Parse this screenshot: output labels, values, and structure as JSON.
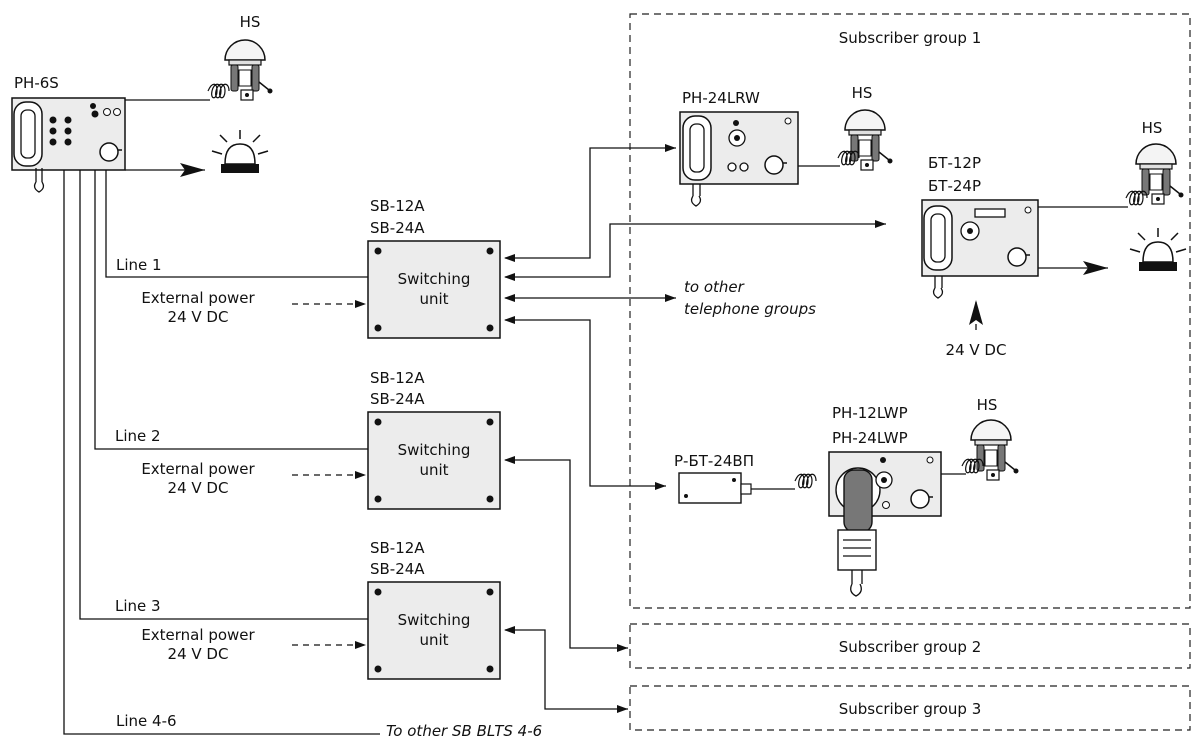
{
  "central_station": {
    "model": "PH-6S",
    "headset": "HS"
  },
  "lines": [
    "Line 1",
    "Line 2",
    "Line 3",
    "Line 4-6"
  ],
  "switching_units": [
    {
      "model_a": "SB-12A",
      "model_b": "SB-24A",
      "label_1": "Switching",
      "label_2": "unit",
      "power_1": "External power",
      "power_2": "24 V DC"
    },
    {
      "model_a": "SB-12A",
      "model_b": "SB-24A",
      "label_1": "Switching",
      "label_2": "unit",
      "power_1": "External power",
      "power_2": "24 V DC"
    },
    {
      "model_a": "SB-12A",
      "model_b": "SB-24A",
      "label_1": "Switching",
      "label_2": "unit",
      "power_1": "External power",
      "power_2": "24 V DC"
    }
  ],
  "to_other_groups_1": "to other",
  "to_other_groups_2": "telephone groups",
  "to_other_sb": "To other SB BLTS 4-6",
  "groups": [
    "Subscriber group 1",
    "Subscriber group 2",
    "Subscriber group 3"
  ],
  "devices": {
    "ph24lrw": {
      "model": "PH-24LRW",
      "headset": "HS"
    },
    "bt": {
      "model_1": "БТ-12Р",
      "model_2": "БТ-24Р",
      "headset": "HS",
      "power": "24 V DC"
    },
    "rbt": {
      "model": "Р-БТ-24ВП"
    },
    "ph12lwp": {
      "model_1": "PH-12LWP",
      "model_2": "PH-24LWP",
      "headset": "HS"
    }
  }
}
